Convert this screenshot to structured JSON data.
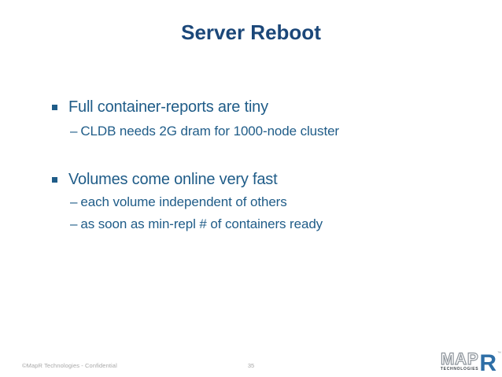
{
  "slide": {
    "title": "Server Reboot",
    "sub_bullet_dash": "–",
    "bullets": [
      {
        "text": "Full container-reports are tiny",
        "subs": [
          "CLDB needs 2G dram for 1000-node cluster"
        ]
      },
      {
        "text": "Volumes come online very fast",
        "subs": [
          "each volume independent of others",
          "as soon as min-repl # of containers ready"
        ]
      }
    ]
  },
  "footer": {
    "copyright": "©MapR Technologies  - Confidential",
    "page_number": "35"
  },
  "logo": {
    "map": "MAP",
    "technologies": "TECHNOLOGIES",
    "r": "R",
    "trademark": "™"
  },
  "colors": {
    "title_navy": "#1b4779",
    "body_blue": "#1f5c88",
    "footer_gray": "#a8a8a8",
    "logo_gray": "#8d949b",
    "logo_blue": "#2e6ea6",
    "background": "#ffffff"
  }
}
